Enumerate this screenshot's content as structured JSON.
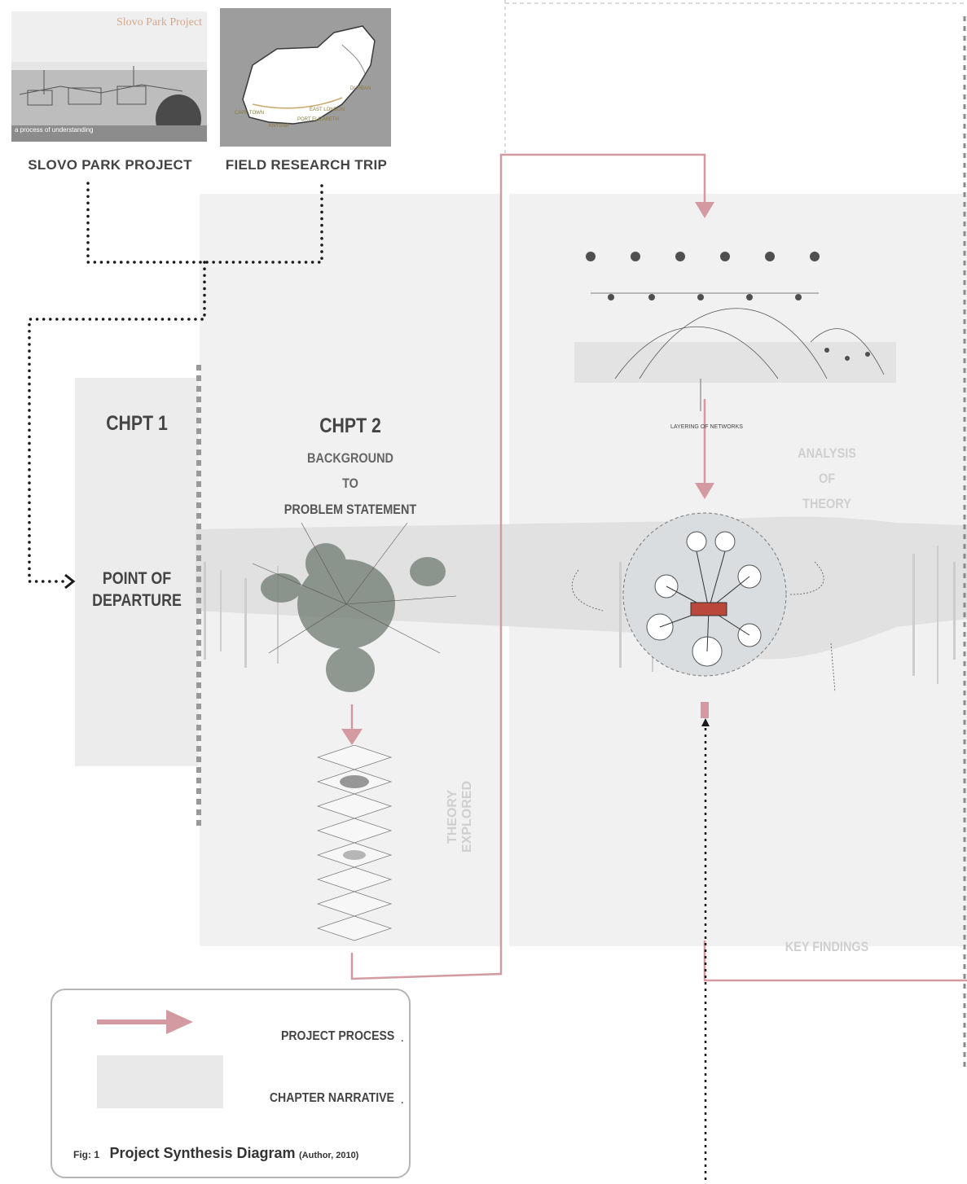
{
  "thumbnails": {
    "slovo": {
      "title": "Slovo Park Project",
      "subtitle": "a process of understanding",
      "caption": "SLOVO PARK PROJECT"
    },
    "field": {
      "caption": "FIELD RESEARCH TRIP",
      "map_labels": [
        "CAPE TOWN",
        "EAST LONDON",
        "PORT ELIZABETH",
        "DURBAN",
        "KNYSNA"
      ]
    }
  },
  "chapters": {
    "chpt1": {
      "title": "CHPT 1",
      "subtitle": "POINT OF\nDEPARTURE"
    },
    "chpt2": {
      "title": "CHPT 2",
      "line1": "BACKGROUND",
      "line2": "TO",
      "line3": "PROBLEM STATEMENT"
    }
  },
  "section_labels": {
    "theory_explored": "THEORY EXPLORED",
    "analysis": "ANALYSIS",
    "of": "OF",
    "theory": "THEORY",
    "key_findings": "KEY FINDINGS"
  },
  "network_diagram": {
    "caption": "LAYERING OF NETWORKS"
  },
  "legend": {
    "project_process": "PROJECT PROCESS",
    "chapter_narrative": "CHAPTER NARRATIVE",
    "dot": ".",
    "fig_number": "Fig: 1",
    "fig_title": "Project Synthesis Diagram",
    "fig_credit": "(Author, 2010)"
  },
  "colors": {
    "process_arrow": "#d49aa2",
    "dotted_path": "#1a1a1a",
    "chapter_band": "#e8e8e8",
    "highlight_node": "#b9473b"
  }
}
